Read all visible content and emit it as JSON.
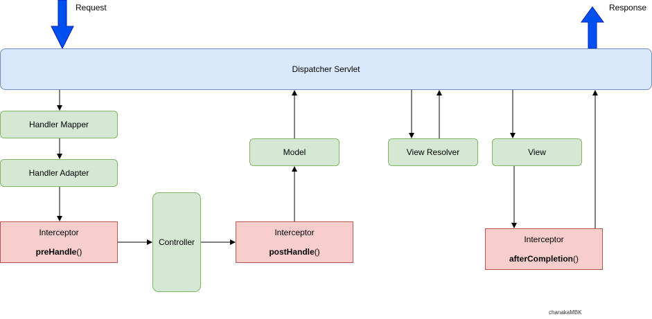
{
  "labels": {
    "request": "Request",
    "response": "Response",
    "credit": "chanakaMBK"
  },
  "nodes": {
    "dispatcher": "Dispatcher Servlet",
    "handler_mapper": "Handler Mapper",
    "handler_adapter": "Handler Adapter",
    "controller": "Controller",
    "model": "Model",
    "view_resolver": "View Resolver",
    "view": "View",
    "pre_interceptor": {
      "title": "Interceptor",
      "method": "preHandle",
      "suffix": "()"
    },
    "post_interceptor": {
      "title": "Interceptor",
      "method": "postHandle",
      "suffix": "()"
    },
    "after_interceptor": {
      "title": "Interceptor",
      "method": "afterCompletion",
      "suffix": "()"
    }
  },
  "colors": {
    "blue_arrow": "#0050ef",
    "green_fill": "#d5e8d4",
    "blue_fill": "#dae8fc",
    "red_fill": "#f8cecc"
  }
}
